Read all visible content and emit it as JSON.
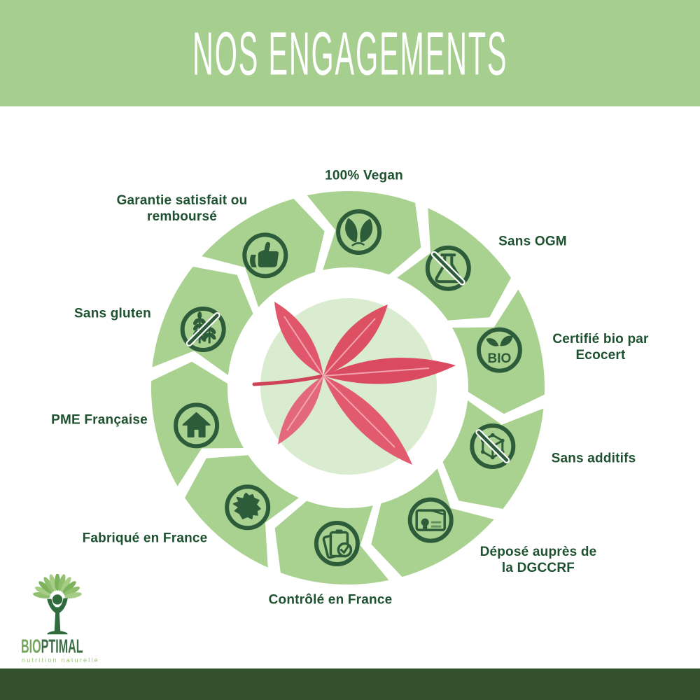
{
  "title": "NOS ENGAGEMENTS",
  "colors": {
    "banner_green": "#a6ce8e",
    "segment_green": "#a9d190",
    "icon_dark_green": "#2d5c3a",
    "label_green": "#1d512f",
    "pale_center_green": "#d9ecd0",
    "footer_green": "#32512c",
    "leaf_red": "#dd4f63",
    "logo_leaf_green": "#8fbe6e",
    "logo_trunk_green": "#2f6b3c"
  },
  "ring": {
    "bio_badge_text": "BIO",
    "items": [
      {
        "label": "100% Vegan",
        "icon": "vegan-leaves-icon"
      },
      {
        "label": "Sans OGM",
        "icon": "no-gmo-flask-icon"
      },
      {
        "label": "Certifié bio par\nEcocert",
        "icon": "bio-certified-icon"
      },
      {
        "label": "Sans additifs",
        "icon": "no-additives-cube-icon"
      },
      {
        "label": "Déposé auprès de\nla DGCCRF",
        "icon": "certificate-icon"
      },
      {
        "label": "Contrôlé en France",
        "icon": "clipboard-check-icon"
      },
      {
        "label": "Fabriqué en France",
        "icon": "france-map-icon"
      },
      {
        "label": "PME Française",
        "icon": "house-icon"
      },
      {
        "label": "Sans gluten",
        "icon": "no-gluten-wheat-icon"
      },
      {
        "label": "Garantie satisfait ou\nremboursé",
        "icon": "thumbs-up-icon"
      }
    ]
  },
  "center": {
    "image": "red-virginia-creeper-leaf"
  },
  "logo": {
    "name_bio": "BIO",
    "name_rest": "PTIMAL",
    "tagline": "nutrition naturelle"
  }
}
